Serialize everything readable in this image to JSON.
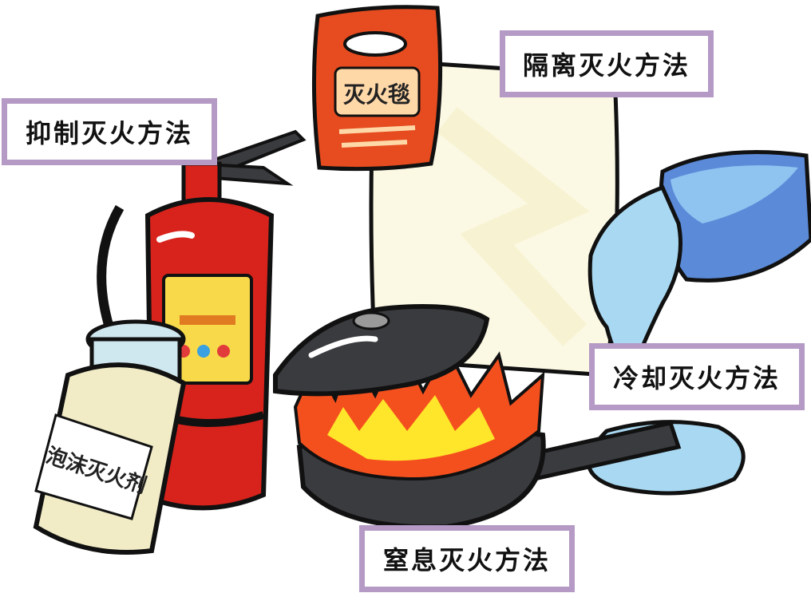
{
  "labels": {
    "suppression": "抑制灭火方法",
    "isolation": "隔离灭火方法",
    "cooling": "冷却灭火方法",
    "smothering": "窒息灭火方法"
  },
  "items": {
    "bag_label": "灭火毯",
    "bottle_label": "泡沫灭火剂"
  },
  "colors": {
    "label_border": "#b49ac4",
    "extinguisher_red": "#d8231c",
    "flame_orange": "#f4501e",
    "flame_yellow": "#ffe62a",
    "water_blue": "#9fd3ee",
    "pan_dark": "#3a3b3f"
  },
  "icons": [
    "fire-extinguisher-icon",
    "foam-bottle-icon",
    "fire-blanket-bag-icon",
    "frying-pan-icon",
    "flame-icon",
    "water-bowl-icon"
  ]
}
